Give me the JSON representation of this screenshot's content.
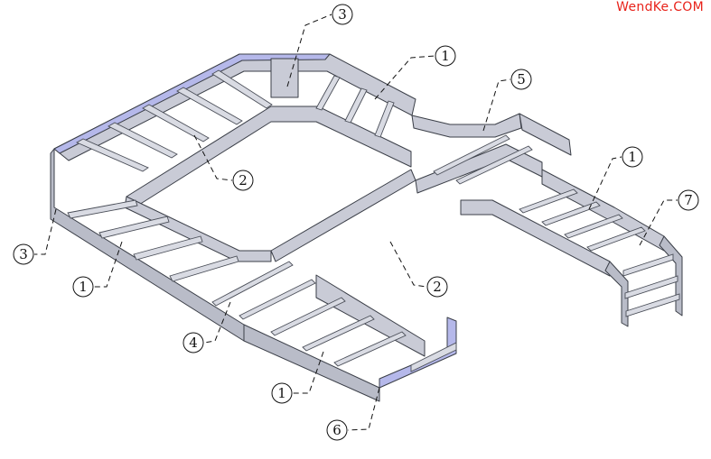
{
  "watermark": "WendKe.COM",
  "colors": {
    "rail_face": "#c9cbd6",
    "rail_top": "#b5b8ea",
    "rail_shade": "#8e919c",
    "rung": "#d9dbe3",
    "outline": "#3b3f48",
    "callout_stroke": "#111111"
  },
  "callouts": [
    {
      "label": "3"
    },
    {
      "label": "1"
    },
    {
      "label": "5"
    },
    {
      "label": "2"
    },
    {
      "label": "1"
    },
    {
      "label": "7"
    },
    {
      "label": "3"
    },
    {
      "label": "1"
    },
    {
      "label": "2"
    },
    {
      "label": "4"
    },
    {
      "label": "1"
    },
    {
      "label": "6"
    }
  ]
}
